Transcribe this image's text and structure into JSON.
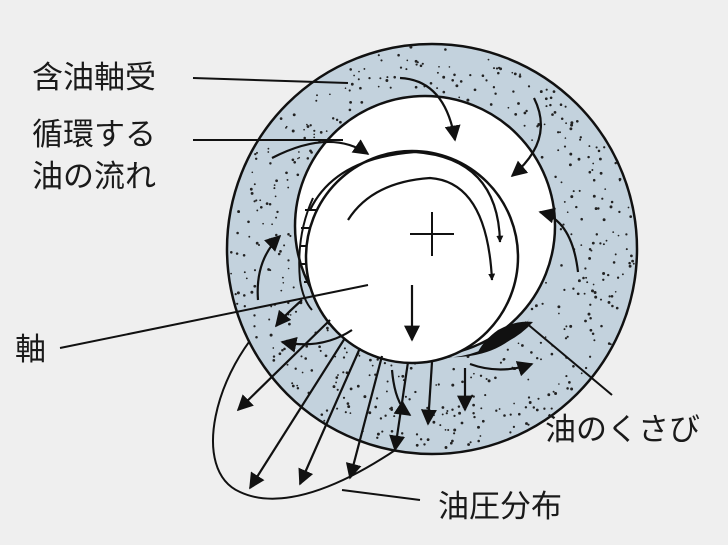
{
  "labels": {
    "bearing": "含油軸受",
    "circulation_line1": "循環する",
    "circulation_line2": "油の流れ",
    "shaft": "軸",
    "oil_wedge": "油のくさび",
    "pressure": "油圧分布"
  },
  "colors": {
    "background": "#efefef",
    "bearing_fill": "#c3d2dd",
    "shaft_fill": "#ffffff",
    "ink": "#111111"
  },
  "icons": {
    "center_mark": "crosshair-icon"
  }
}
